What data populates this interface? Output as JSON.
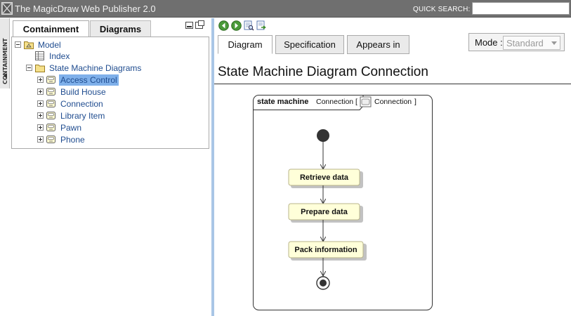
{
  "app": {
    "title": "The MagicDraw Web Publisher 2.0",
    "quick_search_label": "QUICK SEARCH:",
    "quick_search_value": ""
  },
  "side_tab": {
    "label": "CONTAINMENT"
  },
  "left_panel": {
    "tabs": [
      {
        "label": "Containment",
        "active": true
      },
      {
        "label": "Diagrams",
        "active": false
      }
    ]
  },
  "tree": [
    {
      "label": "Model",
      "icon": "model-folder-icon",
      "expander": "minus",
      "level": 0
    },
    {
      "label": "Index",
      "icon": "index-table-icon",
      "expander": "none",
      "level": 1
    },
    {
      "label": "State Machine Diagrams",
      "icon": "folder-icon",
      "expander": "minus",
      "level": 1
    },
    {
      "label": "Access Control",
      "icon": "state-machine-icon",
      "expander": "plus",
      "level": 2,
      "selected": true
    },
    {
      "label": "Build House",
      "icon": "state-machine-icon",
      "expander": "plus",
      "level": 2
    },
    {
      "label": "Connection",
      "icon": "state-machine-icon",
      "expander": "plus",
      "level": 2
    },
    {
      "label": "Library Item",
      "icon": "state-machine-icon",
      "expander": "plus",
      "level": 2
    },
    {
      "label": "Pawn",
      "icon": "state-machine-icon",
      "expander": "plus",
      "level": 2
    },
    {
      "label": "Phone",
      "icon": "state-machine-icon",
      "expander": "plus",
      "level": 2
    }
  ],
  "toolbar": {
    "buttons": [
      {
        "icon": "back-arrow-icon"
      },
      {
        "icon": "forward-arrow-icon"
      },
      {
        "icon": "search-page-icon"
      },
      {
        "icon": "export-icon"
      }
    ]
  },
  "right_panel": {
    "tabs": [
      {
        "label": "Diagram",
        "active": true
      },
      {
        "label": "Specification",
        "active": false
      },
      {
        "label": "Appears in",
        "active": false
      }
    ],
    "mode": {
      "label": "Mode :",
      "value": "Standard"
    },
    "title": "State Machine Diagram Connection"
  },
  "diagram": {
    "frame_keyword": "state machine",
    "frame_name": "Connection [",
    "frame_ref": "Connection",
    "frame_close": "]",
    "states": [
      "Retrieve data",
      "Prepare data",
      "Pack information"
    ],
    "colors": {
      "state_fill": "#ffffd9",
      "state_border": "#b9b48a",
      "frame_border": "#333333"
    }
  },
  "colors": {
    "titlebar": "#6f6f6f",
    "splitter": "#a9c6e6",
    "link": "#1f4c8f",
    "selection": "#7fb0ea"
  }
}
